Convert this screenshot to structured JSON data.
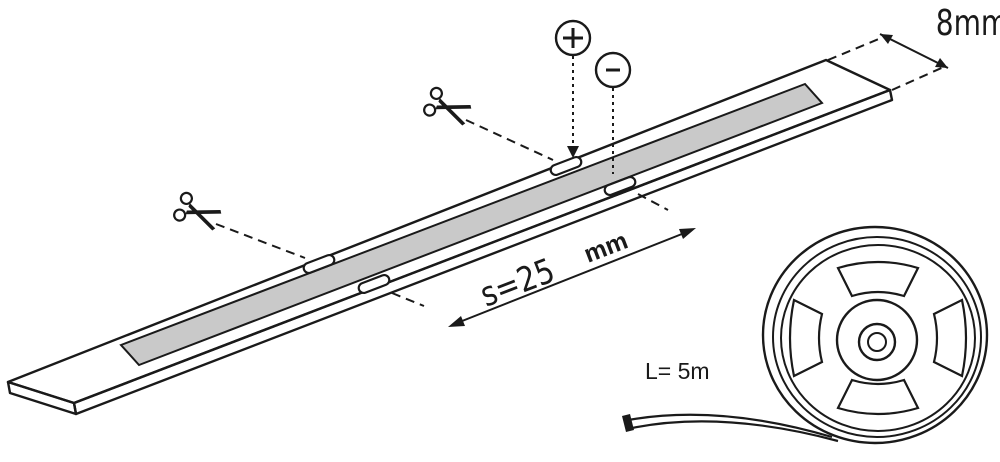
{
  "labels": {
    "width": "8mm",
    "cut_spacing_value": "s=25",
    "cut_spacing_unit": "mm",
    "length": "L= 5m",
    "polarity_plus": "+",
    "polarity_minus": "-"
  },
  "icons": [
    "scissors-icon",
    "scissors-icon",
    "plus-terminal-icon",
    "minus-terminal-icon",
    "led-reel-icon"
  ],
  "colors": {
    "ink": "#1a1a1a",
    "led_strip_emitter": "#c9c9c9",
    "background": "#ffffff"
  }
}
